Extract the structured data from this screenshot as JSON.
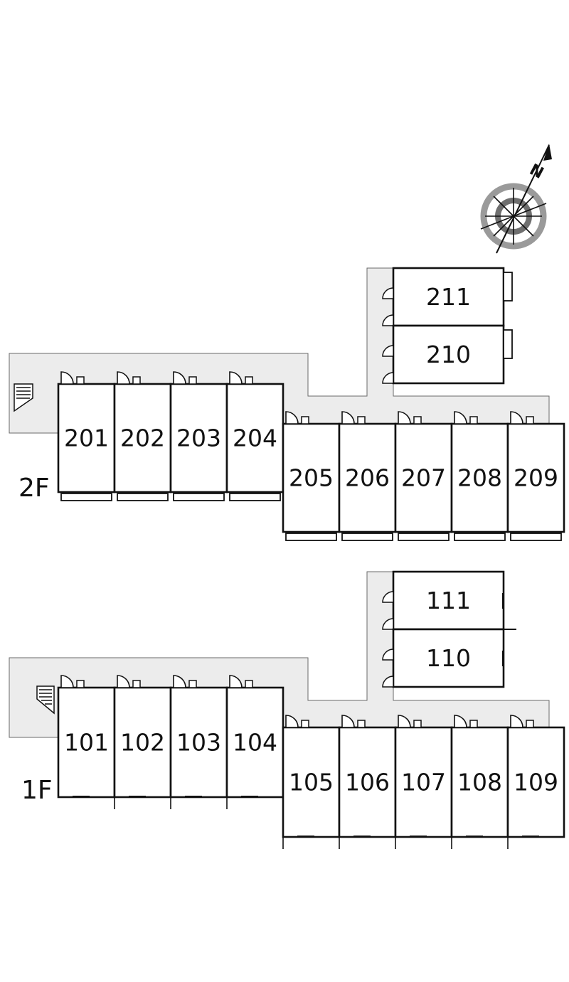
{
  "colors": {
    "corridor": "#ececec",
    "line": "#111111",
    "compass_ring": "#9a9a9a"
  },
  "compass": {
    "label": "N"
  },
  "floors": [
    {
      "label": "2F",
      "rooms": {
        "top_left": [
          "201",
          "202",
          "203",
          "204"
        ],
        "bottom_right": [
          "205",
          "206",
          "207",
          "208",
          "209"
        ],
        "annex": [
          "211",
          "210"
        ]
      }
    },
    {
      "label": "1F",
      "rooms": {
        "top_left": [
          "101",
          "102",
          "103",
          "104"
        ],
        "bottom_right": [
          "105",
          "106",
          "107",
          "108",
          "109"
        ],
        "annex": [
          "111",
          "110"
        ]
      }
    }
  ]
}
